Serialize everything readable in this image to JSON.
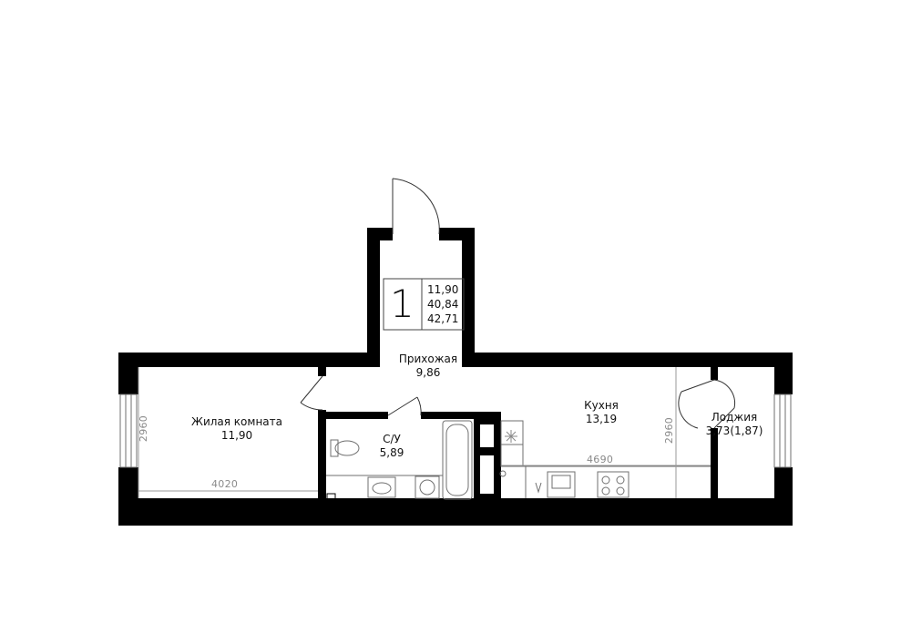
{
  "badge": {
    "rooms": "1",
    "living_area": "11,90",
    "total_area": "40,84",
    "total_with_loggia": "42,71"
  },
  "rooms": {
    "hallway": {
      "name": "Прихожая",
      "area": "9,86"
    },
    "living": {
      "name": "Жилая комната",
      "area": "11,90"
    },
    "bathroom": {
      "name": "С/У",
      "area": "5,89"
    },
    "kitchen": {
      "name": "Кухня",
      "area": "13,19"
    },
    "loggia": {
      "name": "Лоджия",
      "area": "3,73(1,87)"
    }
  },
  "dimensions": {
    "living_width": "4020",
    "living_depth": "2960",
    "kitchen_width": "4690",
    "kitchen_depth": "2960"
  },
  "colors": {
    "wall": "#000000",
    "line": "#6f6f6f",
    "dimension": "#8a8a8a"
  }
}
